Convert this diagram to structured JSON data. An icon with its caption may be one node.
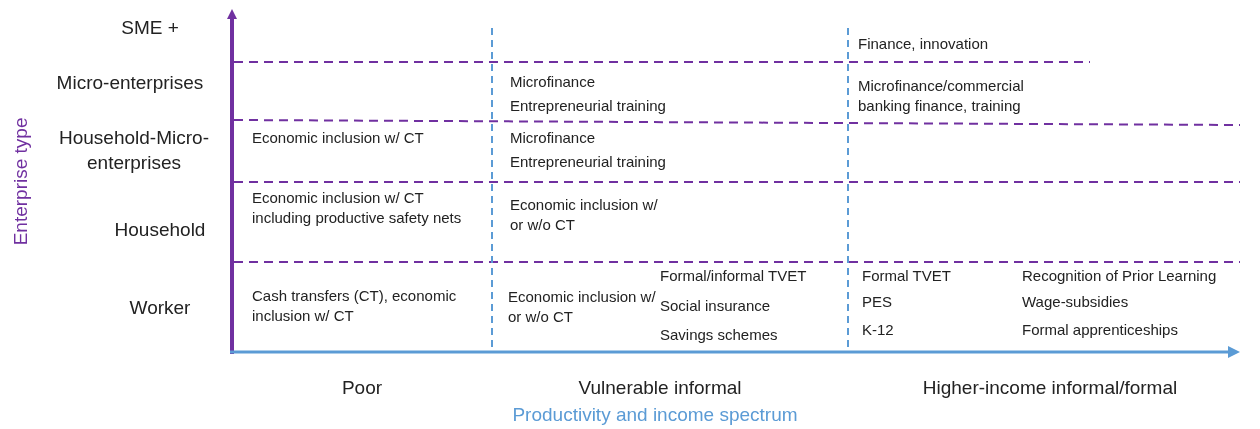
{
  "diagram": {
    "labels": [
      "SME +",
      "Finance, innovation",
      "Micro-enterprises",
      "Microfinance",
      "Entrepreneurial training",
      "Microfinance/commercial banking finance, training",
      "Household-Micro-enterprises",
      "Economic inclusion w/ CT",
      "Microfinance",
      "Entrepreneurial training",
      "Household",
      "Economic inclusion w/ CT including productive safety nets",
      "Economic inclusion w/ or w/o CT",
      "Worker",
      "Cash transfers (CT), economic inclusion w/ CT",
      "Economic inclusion w/ or w/o CT",
      "Formal/informal TVET",
      "Social insurance",
      "Savings schemes",
      "Formal TVET",
      "PES",
      "K-12",
      "Recognition of Prior Learning",
      "Wage-subsidies",
      "Formal apprenticeships",
      "Poor",
      "Vulnerable informal",
      "Higher-income informal/formal",
      "Productivity and income spectrum",
      "Enterprise type"
    ]
  }
}
